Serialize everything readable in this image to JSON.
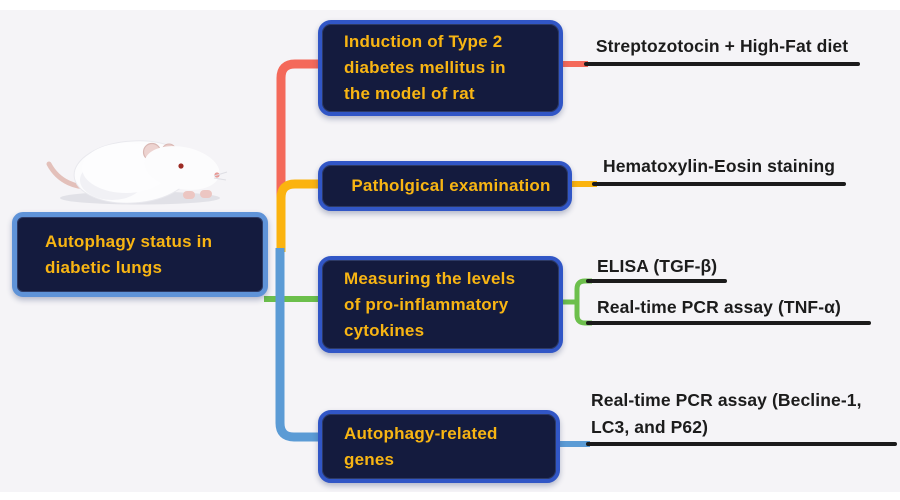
{
  "title": "Autophagy status in diabetic lungs - study workflow diagram",
  "root": {
    "lines": [
      "Autophagy status in",
      "diabetic lungs"
    ]
  },
  "branches": [
    {
      "name": "induction",
      "color": "#f4695a",
      "box_lines": [
        "Induction of Type 2",
        "diabetes mellitus in",
        "the model of rat"
      ],
      "labels": [
        {
          "lines": [
            "Streptozotocin + High-Fat diet"
          ]
        }
      ]
    },
    {
      "name": "pathology",
      "color": "#fbb30f",
      "box_lines": [
        "Patholgical examination"
      ],
      "labels": [
        {
          "lines": [
            "Hematoxylin-Eosin staining"
          ]
        }
      ]
    },
    {
      "name": "cytokines",
      "color": "#6cbf4c",
      "box_lines": [
        "Measuring the levels",
        "of pro-inflammatory",
        "cytokines"
      ],
      "labels": [
        {
          "lines": [
            "ELISA (TGF-β)"
          ]
        },
        {
          "lines": [
            "Real-time PCR assay (TNF-α)"
          ]
        }
      ]
    },
    {
      "name": "autophagy-genes",
      "color": "#5b9bd5",
      "box_lines": [
        "Autophagy-related",
        "genes"
      ],
      "labels": [
        {
          "lines": [
            "Real-time PCR assay (Becline-1,",
            "LC3, and P62)"
          ]
        }
      ]
    }
  ],
  "palette": {
    "background": "#f5f4f7",
    "box_fill": "#141b3e",
    "box_border": "#3156c6",
    "root_border": "#5f93d8",
    "box_text": "#f8b513",
    "label_text": "#1c1c1c",
    "underline": "#1b1b1b",
    "branch_red": "#f4695a",
    "branch_yellow": "#fbb30f",
    "branch_green": "#6cbf4c",
    "branch_blue": "#5b9bd5"
  },
  "illustration": {
    "name": "white-lab-rat"
  }
}
